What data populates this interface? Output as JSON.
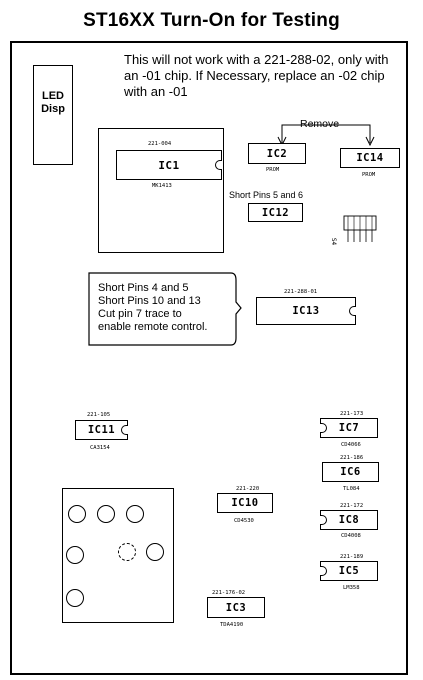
{
  "title": "ST16XX Turn-On for Testing",
  "led_label": "LED\nDisp",
  "note_top": "This will not work with a 221-288-02, only with an -01 chip.  If Necessary, replace an -02 chip with an -01",
  "remove_label": "Remove",
  "short_pins_5_6": "Short Pins 5 and 6",
  "callout": "Short Pins 4 and 5\nShort Pins 10 and 13\nCut pin 7 trace to\nenable remote control.",
  "chips": {
    "ic1": {
      "label": "IC1",
      "part": "221-004",
      "sub": "MK1413"
    },
    "ic2": {
      "label": "IC2",
      "part": "",
      "sub": "PROM"
    },
    "ic14": {
      "label": "IC14",
      "part": "",
      "sub": "PROM"
    },
    "ic12": {
      "label": "IC12",
      "part": "",
      "sub": ""
    },
    "ic13": {
      "label": "IC13",
      "part": "221-288-01",
      "sub": ""
    },
    "ic11": {
      "label": "IC11",
      "part": "221-105",
      "sub": "CA3154"
    },
    "ic7": {
      "label": "IC7",
      "part": "221-173",
      "sub": "CD4066"
    },
    "ic6": {
      "label": "IC6",
      "part": "221-186",
      "sub": "TL084"
    },
    "ic10": {
      "label": "IC10",
      "part": "221-220",
      "sub": "CD4530"
    },
    "ic8": {
      "label": "IC8",
      "part": "221-172",
      "sub": "CD4008"
    },
    "ic5": {
      "label": "IC5",
      "part": "221-189",
      "sub": "LM358"
    },
    "ic3": {
      "label": "IC3",
      "part": "221-176-02",
      "sub": "TDA4190"
    }
  },
  "component_side_label": "S4"
}
